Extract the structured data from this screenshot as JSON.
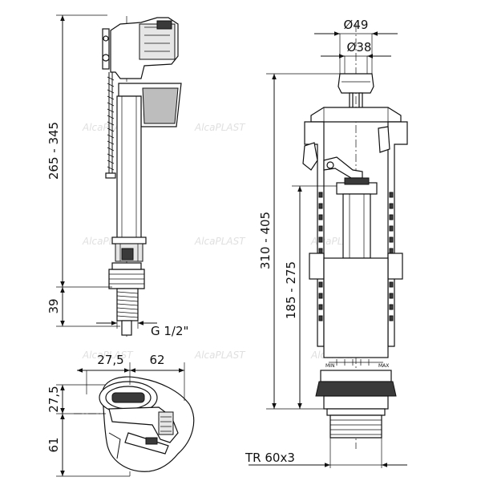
{
  "watermark": {
    "brand": "AlcaPLAST"
  },
  "fill_valve": {
    "dim_height": "265 - 345",
    "dim_thread_len": "39",
    "dim_connection": "G 1/2\"",
    "dim_top_a": "27,5",
    "dim_top_b": "62",
    "dim_top_c": "27,5",
    "dim_top_d": "61"
  },
  "flush_valve": {
    "dim_outer_dia": "Ø49",
    "dim_inner_dia": "Ø38",
    "dim_total_height": "310 - 405",
    "dim_overflow_height": "185 - 275",
    "dim_thread": "TR 60x3",
    "scale_min": "MIN",
    "scale_max": "MAX"
  },
  "colors": {
    "line": "#111111",
    "dark_part": "#3a3a3a",
    "mid_part": "#bdbdbd",
    "watermark": "#e0e0e0"
  }
}
